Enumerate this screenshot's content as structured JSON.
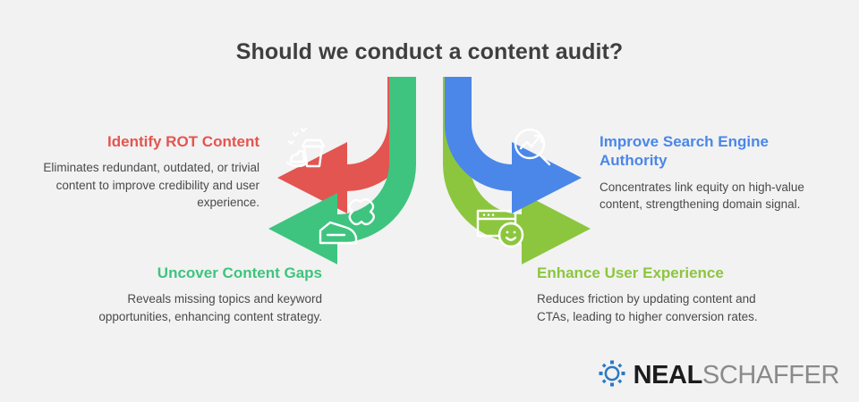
{
  "title": "Should we conduct a content audit?",
  "colors": {
    "background": "#f2f2f2",
    "title": "#3f3f3f",
    "body_text": "#4a4a4a",
    "red": "#e35550",
    "teal_green": "#3ec47e",
    "olive_green": "#8cc63e",
    "blue": "#4a87e8",
    "logo_neal": "#1c1c1c",
    "logo_schaffer": "#8a8a8a",
    "logo_mark": "#2b78c4"
  },
  "blocks": [
    {
      "id": "identify-rot-content",
      "heading": "Identify ROT Content",
      "body": "Eliminates redundant, outdated, or trivial content to improve credibility and user experience.",
      "color": "#e35550",
      "icon": "trash-bin-icon",
      "arrow": "curved-arrow-left-red"
    },
    {
      "id": "improve-search-engine-authority",
      "heading": "Improve Search Engine Authority",
      "body": "Concentrates link equity on high-value content, strengthening domain signal.",
      "color": "#4a87e8",
      "icon": "search-trend-icon",
      "arrow": "curved-arrow-right-blue"
    },
    {
      "id": "uncover-content-gaps",
      "heading": "Uncover Content Gaps",
      "body": "Reveals missing topics and keyword opportunities, enhancing content strategy.",
      "color": "#3ec47e",
      "icon": "puzzle-piece-icon",
      "arrow": "curved-arrow-down-left-teal"
    },
    {
      "id": "enhance-user-experience",
      "heading": "Enhance User Experience",
      "body": "Reduces friction by updating content and CTAs, leading to higher conversion rates.",
      "color": "#8cc63e",
      "icon": "browser-smiley-icon",
      "arrow": "curved-arrow-down-right-olive"
    }
  ],
  "logo": {
    "primary": "NEAL",
    "secondary": "SCHAFFER",
    "mark": "dotted-circle-icon"
  }
}
